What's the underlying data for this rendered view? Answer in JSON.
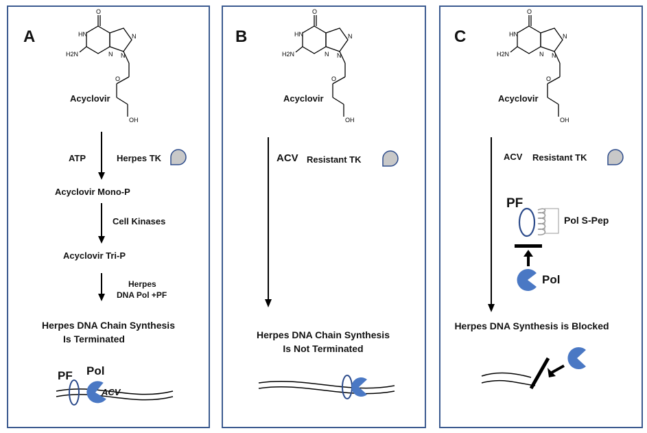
{
  "panels": [
    {
      "letter": "A",
      "drug": "Acyclovir",
      "atoms": {
        "o_top": "O",
        "hn": "HN",
        "n_right": "N",
        "h2n": "H2N",
        "n_bottom": "N",
        "n_ring": "N",
        "o_chain": "O",
        "oh": "OH"
      },
      "step1_left": "ATP",
      "step1_right": "Herpes TK",
      "mono": "Acyclovir Mono-P",
      "step2": "Cell Kinases",
      "tri": "Acyclovir Tri-P",
      "step3_line1": "Herpes",
      "step3_line2": "DNA Pol +PF",
      "result_line1": "Herpes DNA Chain Synthesis",
      "result_line2": "Is Terminated",
      "pf": "PF",
      "pol": "Pol",
      "acv": "ACV"
    },
    {
      "letter": "B",
      "drug": "Acyclovir",
      "atoms": {
        "o_top": "O",
        "hn": "HN",
        "n_right": "N",
        "h2n": "H2N",
        "n_bottom": "N",
        "n_ring": "N",
        "o_chain": "O",
        "oh": "OH"
      },
      "acv": "ACV",
      "resistant_tk": "Resistant TK",
      "result_line1": "Herpes DNA Chain Synthesis",
      "result_line2": "Is Not Terminated"
    },
    {
      "letter": "C",
      "drug": "Acyclovir",
      "atoms": {
        "o_top": "O",
        "hn": "HN",
        "n_right": "N",
        "h2n": "H2N",
        "n_bottom": "N",
        "n_ring": "N",
        "o_chain": "O",
        "oh": "OH"
      },
      "acv": "ACV",
      "resistant_tk": "Resistant TK",
      "pf": "PF",
      "pol_s_pep": "Pol S-Pep",
      "pol": "Pol",
      "result": "Herpes DNA Synthesis is Blocked"
    }
  ],
  "colors": {
    "border": "#3b5a8f",
    "pol": "#4a78c4",
    "tk": "#c8c8c8",
    "ring": "#2b4a8a"
  }
}
